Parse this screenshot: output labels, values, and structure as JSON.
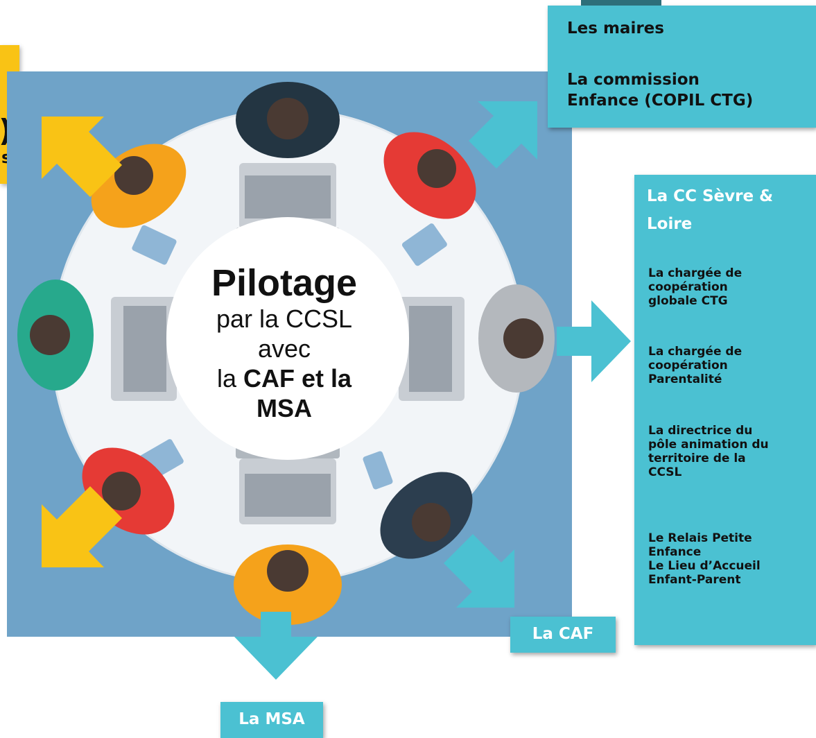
{
  "top_box": {
    "line1": "Les maires",
    "line2": "La commission",
    "line3": "Enfance (COPIL CTG)"
  },
  "right_panel": {
    "title_line1": "La CC Sèvre &",
    "title_line2": "Loire",
    "items": [
      [
        "La chargée de",
        "coopération",
        "globale CTG"
      ],
      [
        "La chargée de",
        "coopération",
        "Parentalité"
      ],
      [
        "La directrice du",
        "pôle animation du",
        "territoire de la",
        "CCSL"
      ],
      [
        "Le Relais Petite",
        "Enfance",
        "Le Lieu d’Accueil",
        "Enfant-Parent"
      ]
    ]
  },
  "center": {
    "title": "Pilotage",
    "line1": "par la CCSL",
    "line2": "avec",
    "line3_prefix": "la ",
    "line3_bold": "CAF et la",
    "line4": "MSA"
  },
  "caf_label": "La CAF",
  "msa_label": "La MSA",
  "yellow_tab": {
    "glyph1": ")",
    "glyph2": "s"
  },
  "colors": {
    "teal": "#4bc1d2",
    "yellow": "#f9c315",
    "illustration_bg": "#6fa3c8",
    "table": "#f2f5f8"
  }
}
